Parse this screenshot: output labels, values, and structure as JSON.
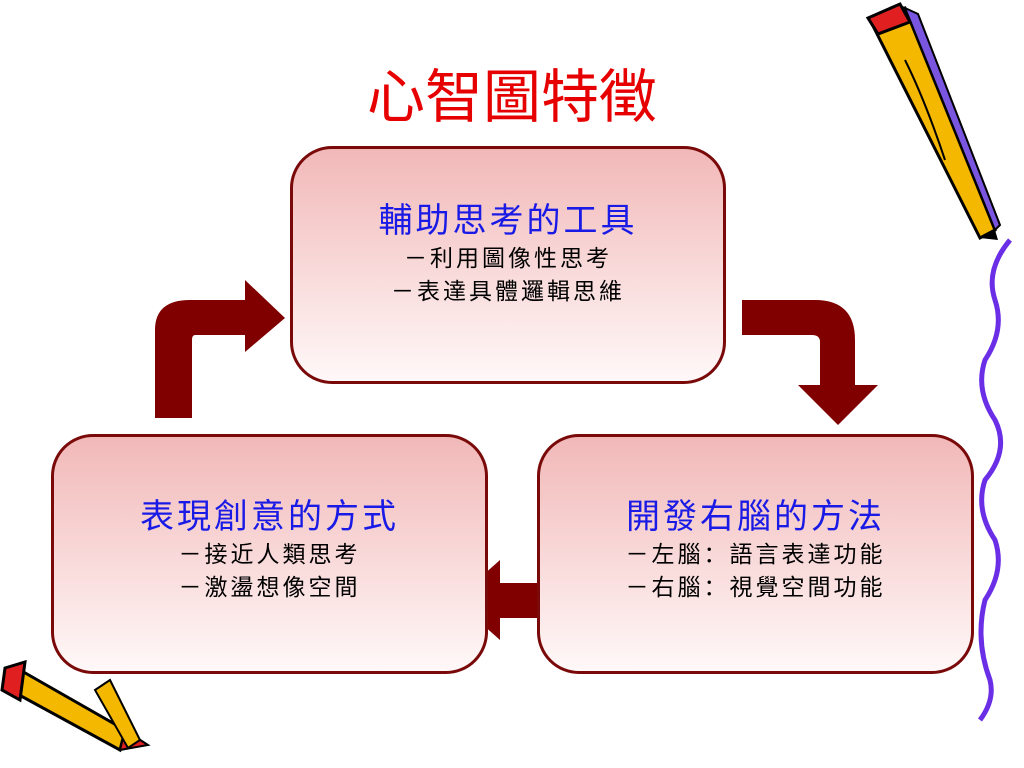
{
  "title": "心智圖特徵",
  "boxes": [
    {
      "heading": "輔助思考的工具",
      "lines": [
        "－利用圖像性思考",
        "－表達具體邏輯思維"
      ]
    },
    {
      "heading": "表現創意的方式",
      "lines": [
        "－接近人類思考",
        "－激盪想像空間"
      ]
    },
    {
      "heading": "開發右腦的方法",
      "lines": [
        "－左腦：語言表達功能",
        "－右腦：視覺空間功能"
      ]
    }
  ],
  "colors": {
    "title": "#e60000",
    "heading": "#1a1ae6",
    "arrow": "#800000",
    "border": "#7a0a0a"
  }
}
